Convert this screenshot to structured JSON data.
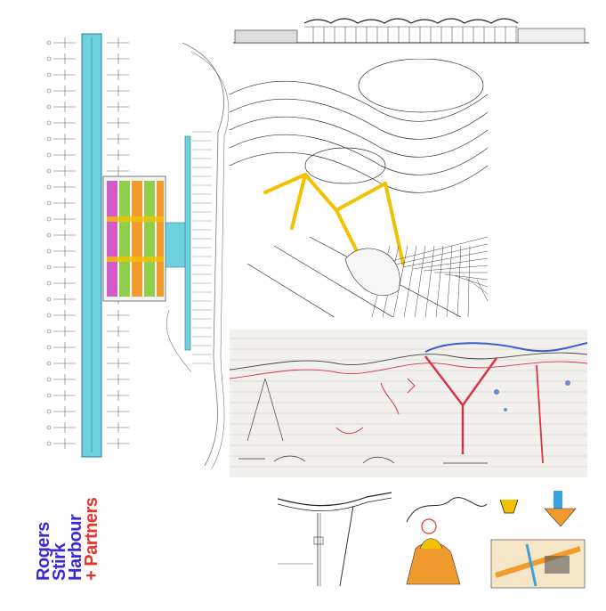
{
  "brand": {
    "lines": [
      "Rogers",
      "Stirk",
      "Harbour",
      "+ Partners"
    ],
    "primary_color": "#3b2bd6",
    "accent_color": "#e8332a"
  },
  "colors": {
    "pier_cyan": "#6fd0df",
    "zone_green": "#8fcf4a",
    "zone_orange": "#f19a2e",
    "zone_magenta": "#d35bc9",
    "structure_yellow": "#f2c200",
    "sketch_red": "#d8334a",
    "sketch_blue": "#3a5fd0"
  },
  "panels": [
    {
      "name": "site-plan",
      "icon": "floor-plan-icon"
    },
    {
      "name": "section-elevation",
      "icon": "elevation-icon"
    },
    {
      "name": "axonometric-roof",
      "icon": "axonometric-icon"
    },
    {
      "name": "concept-sketch-section",
      "icon": "sketch-icon"
    },
    {
      "name": "roof-edge-detail",
      "icon": "detail-icon"
    },
    {
      "name": "colour-sketches",
      "icon": "sketch-collage-icon"
    }
  ]
}
